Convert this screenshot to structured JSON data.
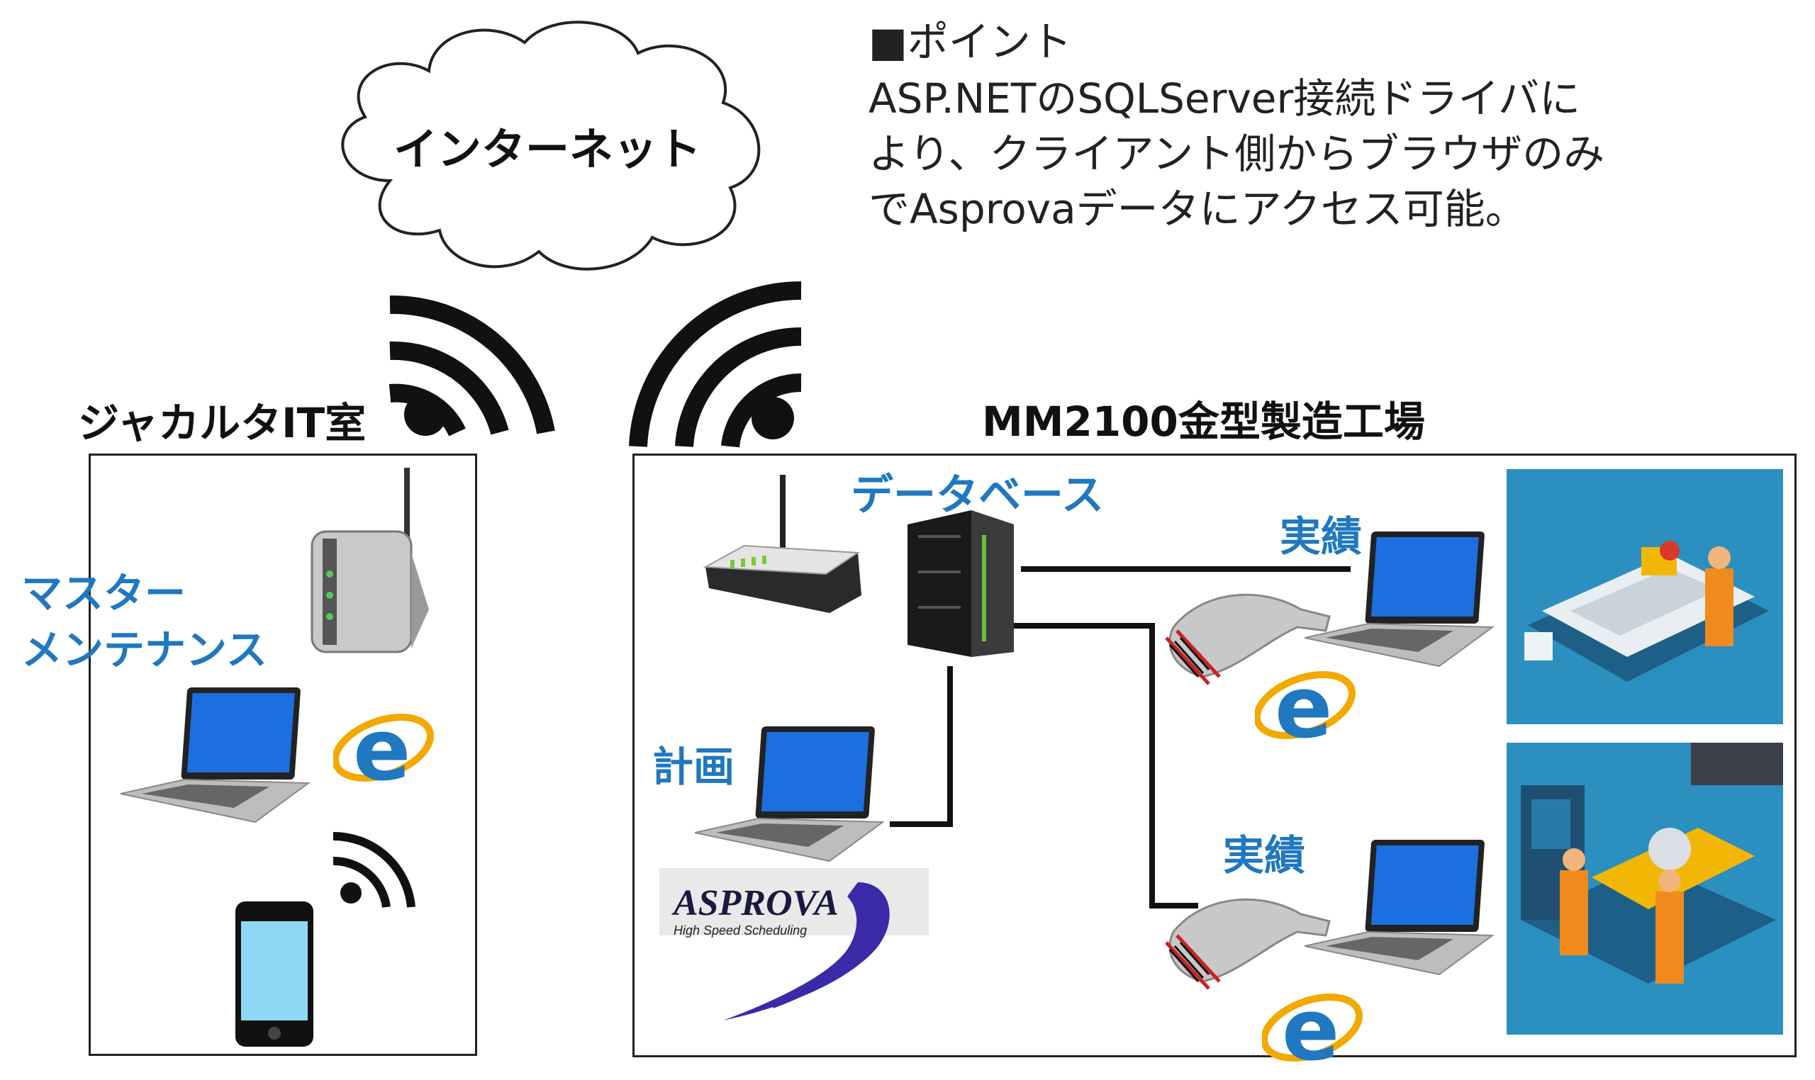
{
  "cloud": {
    "label": "インターネット"
  },
  "point": {
    "heading": "■ポイント",
    "lines": [
      "ASP.NETのSQLServer接続ドライバに",
      "より、クライアント側からブラウザのみ",
      "でAsprovaデータにアクセス可能。"
    ]
  },
  "left_site": {
    "title": "ジャカルタIT室",
    "role_line1": "マスター",
    "role_line2": "メンテナンス"
  },
  "right_site": {
    "title": "MM2100金型製造工場",
    "database_label": "データベース",
    "plan_label": "計画",
    "result_label_1": "実績",
    "result_label_2": "実績",
    "logo_text": "ASPROVA",
    "logo_subtitle": "High Speed Scheduling"
  },
  "icons": [
    "cloud-icon",
    "wifi-icon",
    "router-icon",
    "laptop-icon",
    "ie-browser-icon",
    "smartphone-icon",
    "server-icon",
    "barcode-scanner-icon",
    "machine-illustration"
  ],
  "colors": {
    "accent_blue": "#1f78c0",
    "line": "#111111",
    "factory_bg": "#2b8fc0"
  }
}
